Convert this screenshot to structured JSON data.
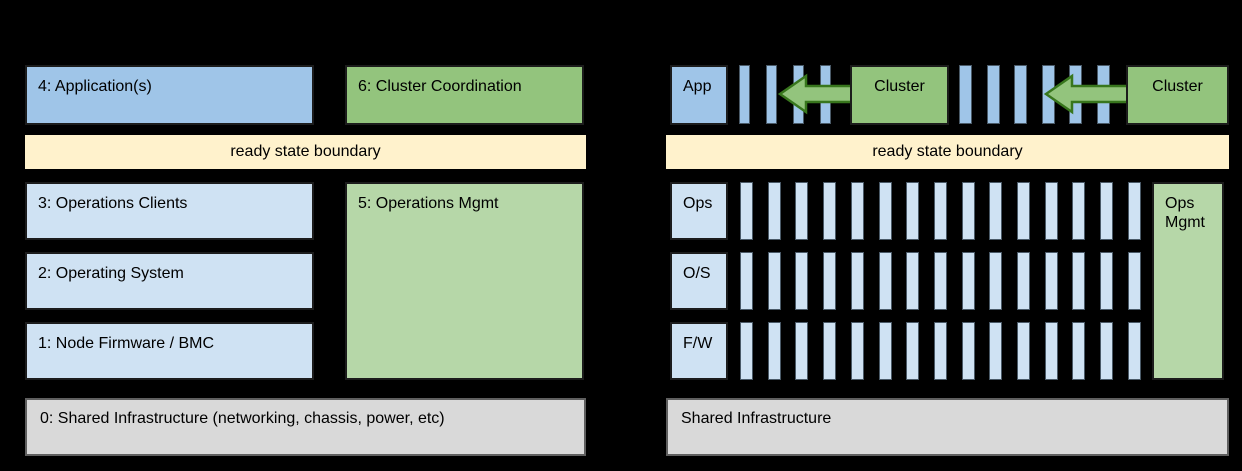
{
  "colors": {
    "blue_strong": "#9fc5e8",
    "blue_light": "#cfe2f3",
    "green_strong": "#93c47d",
    "green_light": "#b6d7a8",
    "yellow": "#fff2cc",
    "gray": "#d9d9d9",
    "arrow_stroke": "#38761d",
    "background": "#000000"
  },
  "left_panel": {
    "layer4": "4: Application(s)",
    "layer6": "6: Cluster Coordination",
    "boundary": "ready state boundary",
    "layer3": "3: Operations Clients",
    "layer5": "5: Operations Mgmt",
    "layer2": "2: Operating System",
    "layer1": "1: Node Firmware / BMC",
    "layer0": "0: Shared Infrastructure (networking, chassis, power, etc)"
  },
  "right_panel": {
    "app": "App",
    "cluster1": "Cluster",
    "cluster2": "Cluster",
    "boundary": "ready state boundary",
    "row_ops": "Ops",
    "row_os": "O/S",
    "row_fw": "F/W",
    "ops_mgmt_line1": "Ops",
    "ops_mgmt_line2": "Mgmt",
    "shared": "Shared Infrastructure",
    "node_counts": {
      "app_to_cluster_stripes": 4,
      "cluster_to_cluster_stripes": 6,
      "stripes_per_layer_row": 15
    }
  }
}
